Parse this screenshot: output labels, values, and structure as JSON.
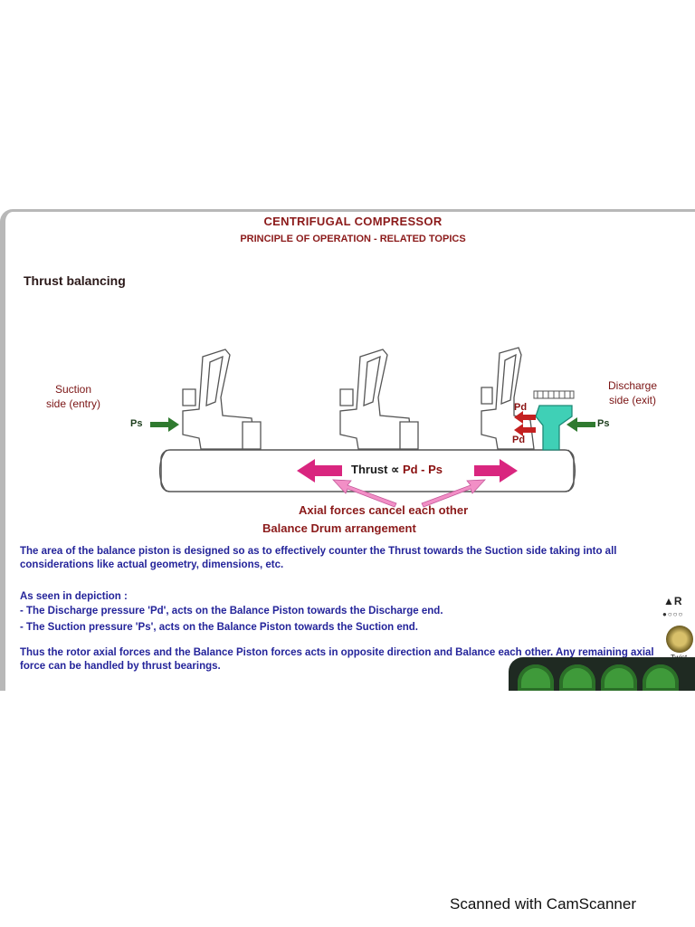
{
  "slide": {
    "title": "CENTRIFUGAL COMPRESSOR",
    "subtitle": "PRINCIPLE OF OPERATION - RELATED TOPICS",
    "section": "Thrust balancing"
  },
  "diagram": {
    "suction_label_line1": "Suction",
    "suction_label_line2": "side (entry)",
    "discharge_label_line1": "Discharge",
    "discharge_label_line2": "side (exit)",
    "ps_left": "Ps",
    "ps_right": "Ps",
    "pd_upper": "Pd",
    "pd_lower": "Pd",
    "thrust_prefix": "Thrust ∝ ",
    "thrust_relation": "Pd - Ps",
    "axial_caption": "Axial forces cancel each other",
    "drum_caption": "Balance Drum arrangement",
    "colors": {
      "impeller": "#ffffff",
      "outline": "#555555",
      "balance_drum": "#3fd0b6",
      "force_arrow": "#d9267f",
      "pressure_arrow_ps": "#2f7a2f",
      "pressure_arrow_pd": "#c42020",
      "pointer_arrow": "#f28fc6"
    }
  },
  "text": {
    "para1": "The area of the balance piston is designed so as to effectively counter the Thrust towards the Suction side taking into all considerations like actual geometry, dimensions, etc.",
    "para2_intro": "As seen in depiction :",
    "bullet1": "- The Discharge pressure 'Pd', acts on the Balance Piston towards the Discharge end.",
    "bullet2": "- The Suction pressure 'Ps', acts on the Balance Piston towards the Suction end.",
    "para3": "Thus the rotor axial forces and the Balance Piston forces acts in opposite direction and Balance each other. Any remaining axial force can be handled by thrust bearings."
  },
  "corner": {
    "logo": "▲R",
    "dots": "●○○○",
    "knob_label": "Twist"
  },
  "footer": {
    "scanner": "Scanned with CamScanner"
  }
}
